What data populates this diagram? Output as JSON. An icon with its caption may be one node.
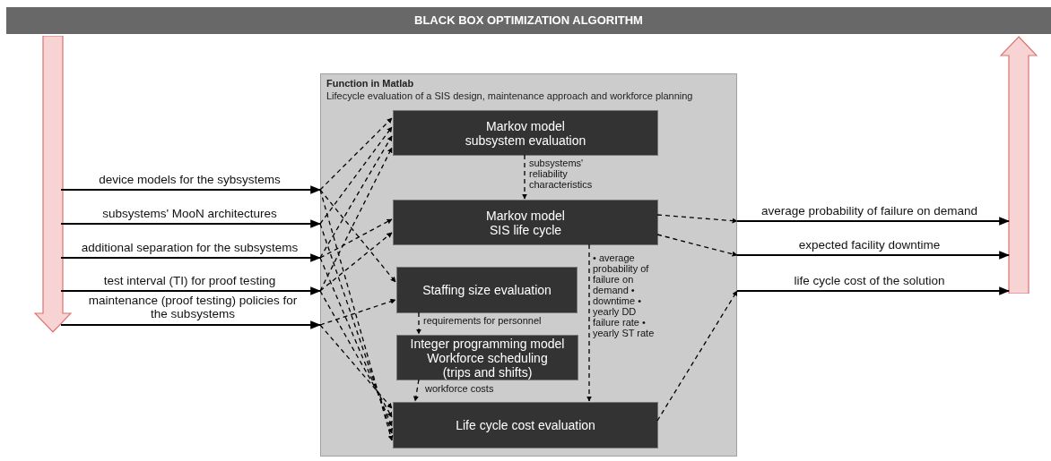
{
  "diagram": {
    "nodes": [
      {
        "text": [
          "BLACK BOX OPTIMIZATION ALGORITHM"
        ]
      },
      {
        "text": [],
        "shape": "arrow"
      },
      {
        "text": [
          "Function in Matlab",
          "Lifecycle evaluation of a SIS design, maintenance approach and workforce planning"
        ]
      },
      {
        "text": [
          "Markov model",
          "subsystem evaluation"
        ],
        "in": 2
      },
      {
        "text": [
          "Markov model",
          "SIS life cycle"
        ],
        "in": 2
      },
      {
        "text": [
          "Staffing size evaluation"
        ],
        "in": 2
      },
      {
        "text": [
          "Integer programming model",
          "Workforce scheduling",
          "(trips and shifts)"
        ],
        "in": 2
      },
      {
        "text": [
          "Life cycle cost evaluation"
        ],
        "in": 2
      },
      {
        "text": [],
        "shape": "arrow"
      }
    ],
    "edges": [
      {
        "from": 1,
        "to": 2,
        "arrow": "to",
        "label": "device models for the sybsystems"
      },
      {
        "from": 1,
        "to": 2,
        "arrow": "to",
        "label": "subsystems' MooN architectures"
      },
      {
        "from": 1,
        "to": 2,
        "arrow": "to",
        "label": "additional separation for the subsystems"
      },
      {
        "from": 1,
        "to": 2,
        "arrow": "to",
        "label": "test interval (TI) for proof testing"
      },
      {
        "from": 1,
        "to": 2,
        "arrow": "to",
        "label": "maintenance (proof testing) policies for the subsystems"
      },
      {
        "from": 2,
        "to": 3,
        "arrow": "to",
        "style": "dashed"
      },
      {
        "from": 2,
        "to": 5,
        "arrow": "to",
        "style": "dashed"
      },
      {
        "from": 2,
        "to": 7,
        "arrow": "to",
        "style": "dashed"
      },
      {
        "from": 2,
        "to": 3,
        "arrow": "to",
        "style": "dashed"
      },
      {
        "from": 2,
        "to": 7,
        "arrow": "to",
        "style": "dashed"
      },
      {
        "from": 2,
        "to": 3,
        "arrow": "to",
        "style": "dashed"
      },
      {
        "from": 2,
        "to": 4,
        "arrow": "to",
        "style": "dashed"
      },
      {
        "from": 2,
        "to": 7,
        "arrow": "to",
        "style": "dashed"
      },
      {
        "from": 2,
        "to": 3,
        "arrow": "to",
        "style": "dashed"
      },
      {
        "from": 2,
        "to": 4,
        "arrow": "to",
        "style": "dashed"
      },
      {
        "from": 2,
        "to": 7,
        "arrow": "to",
        "style": "dashed"
      },
      {
        "from": 2,
        "to": 5,
        "arrow": "to",
        "style": "dashed"
      },
      {
        "from": 2,
        "to": 7,
        "arrow": "to",
        "style": "dashed"
      },
      {
        "from": 3,
        "to": 4,
        "arrow": "to",
        "style": "dashed",
        "label": "subsystems' reliability characteristics"
      },
      {
        "from": 4,
        "to": 7,
        "arrow": "to",
        "style": "dashed",
        "label": "• average probability of failure on demand • downtime • yearly DD failure rate • yearly ST rate"
      },
      {
        "from": 5,
        "to": 6,
        "arrow": "to",
        "style": "dashed",
        "label": "requirements for personnel"
      },
      {
        "from": 6,
        "to": 7,
        "arrow": "to",
        "style": "dashed",
        "label": "workforce costs"
      },
      {
        "from": 4,
        "to": 2,
        "arrow": "to",
        "style": "dashed"
      },
      {
        "from": 4,
        "to": 2,
        "arrow": "to",
        "style": "dashed"
      },
      {
        "from": 7,
        "to": 2,
        "arrow": "to",
        "style": "dashed"
      },
      {
        "from": 2,
        "to": 8,
        "arrow": "to",
        "label": "average probability of failure on demand"
      },
      {
        "from": 2,
        "to": 8,
        "arrow": "to",
        "label": "expected facility downtime"
      },
      {
        "from": 2,
        "to": 8,
        "arrow": "to",
        "label": "life cycle cost of the solution"
      }
    ]
  }
}
